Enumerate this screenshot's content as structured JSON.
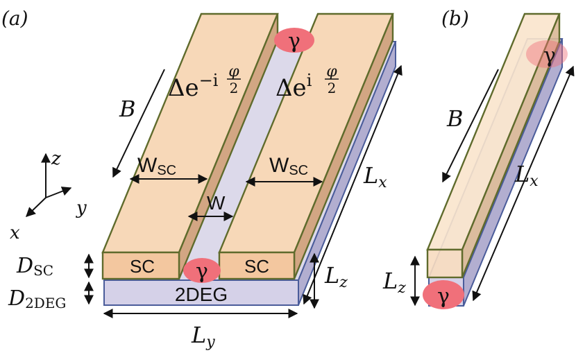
{
  "colors": {
    "sc_top": "#f7d8b8",
    "sc_front": "#f3c79f",
    "sc_side": "#d2a683",
    "sc_edge": "#5f6b2c",
    "deg_top": "#dcd9ea",
    "deg_front": "#d5d1e8",
    "deg_side": "#b2aed0",
    "deg_edge": "#4a5c9a",
    "majorana": "#f0707a",
    "arrow": "#111111"
  },
  "panel_a": {
    "tag": "(a)",
    "field_label": "B",
    "left_phase": {
      "base": "Δe",
      "sign": "−i",
      "num": "φ",
      "den": "2"
    },
    "right_phase": {
      "base": "Δe",
      "sign": "i",
      "num": "φ",
      "den": "2"
    },
    "wsc_left": {
      "main": "W",
      "sub": "SC"
    },
    "wsc_right": {
      "main": "W",
      "sub": "SC"
    },
    "gap_width": "W",
    "sc_left": "SC",
    "sc_right": "SC",
    "deg_label": "2DEG",
    "majorana_top": "γ",
    "majorana_bottom": "γ",
    "d_sc": {
      "main": "D",
      "sub": "SC"
    },
    "d_2deg": {
      "main": "D",
      "sub": "2DEG"
    },
    "lx": {
      "main": "L",
      "sub": "x"
    },
    "ly": {
      "main": "L",
      "sub": "y"
    },
    "lz": {
      "main": "L",
      "sub": "z"
    },
    "axis_x": "x",
    "axis_y": "y",
    "axis_z": "z"
  },
  "panel_b": {
    "tag": "(b)",
    "field_label": "B",
    "lx": {
      "main": "L",
      "sub": "x"
    },
    "lz": {
      "main": "L",
      "sub": "z"
    },
    "majorana_top": "γ",
    "majorana_bottom": "γ"
  }
}
